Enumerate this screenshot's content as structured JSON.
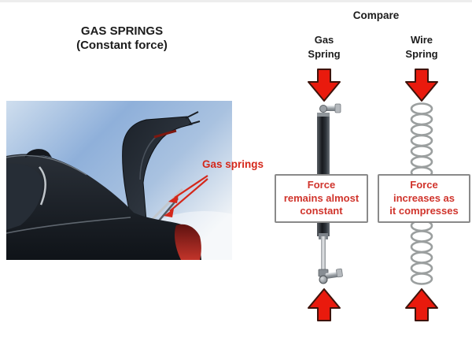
{
  "title": {
    "line1": "GAS SPRINGS",
    "line2": "(Constant force)"
  },
  "photo": {
    "annotation": "Gas springs"
  },
  "compare": {
    "heading": "Compare",
    "gas": {
      "label_line1": "Gas",
      "label_line2": "Spring",
      "box_line1": "Force",
      "box_line2": "remains almost",
      "box_line3": "constant"
    },
    "wire": {
      "label_line1": "Wire",
      "label_line2": "Spring",
      "box_line1": "Force",
      "box_line2": "increases as",
      "box_line3": "it compresses"
    }
  },
  "colors": {
    "arrow_red": "#e91a0d",
    "arrow_outline": "#3e130b",
    "annotation_red": "#d5281b",
    "box_text_red": "#d0342c",
    "box_border": "#8a8a8a"
  }
}
